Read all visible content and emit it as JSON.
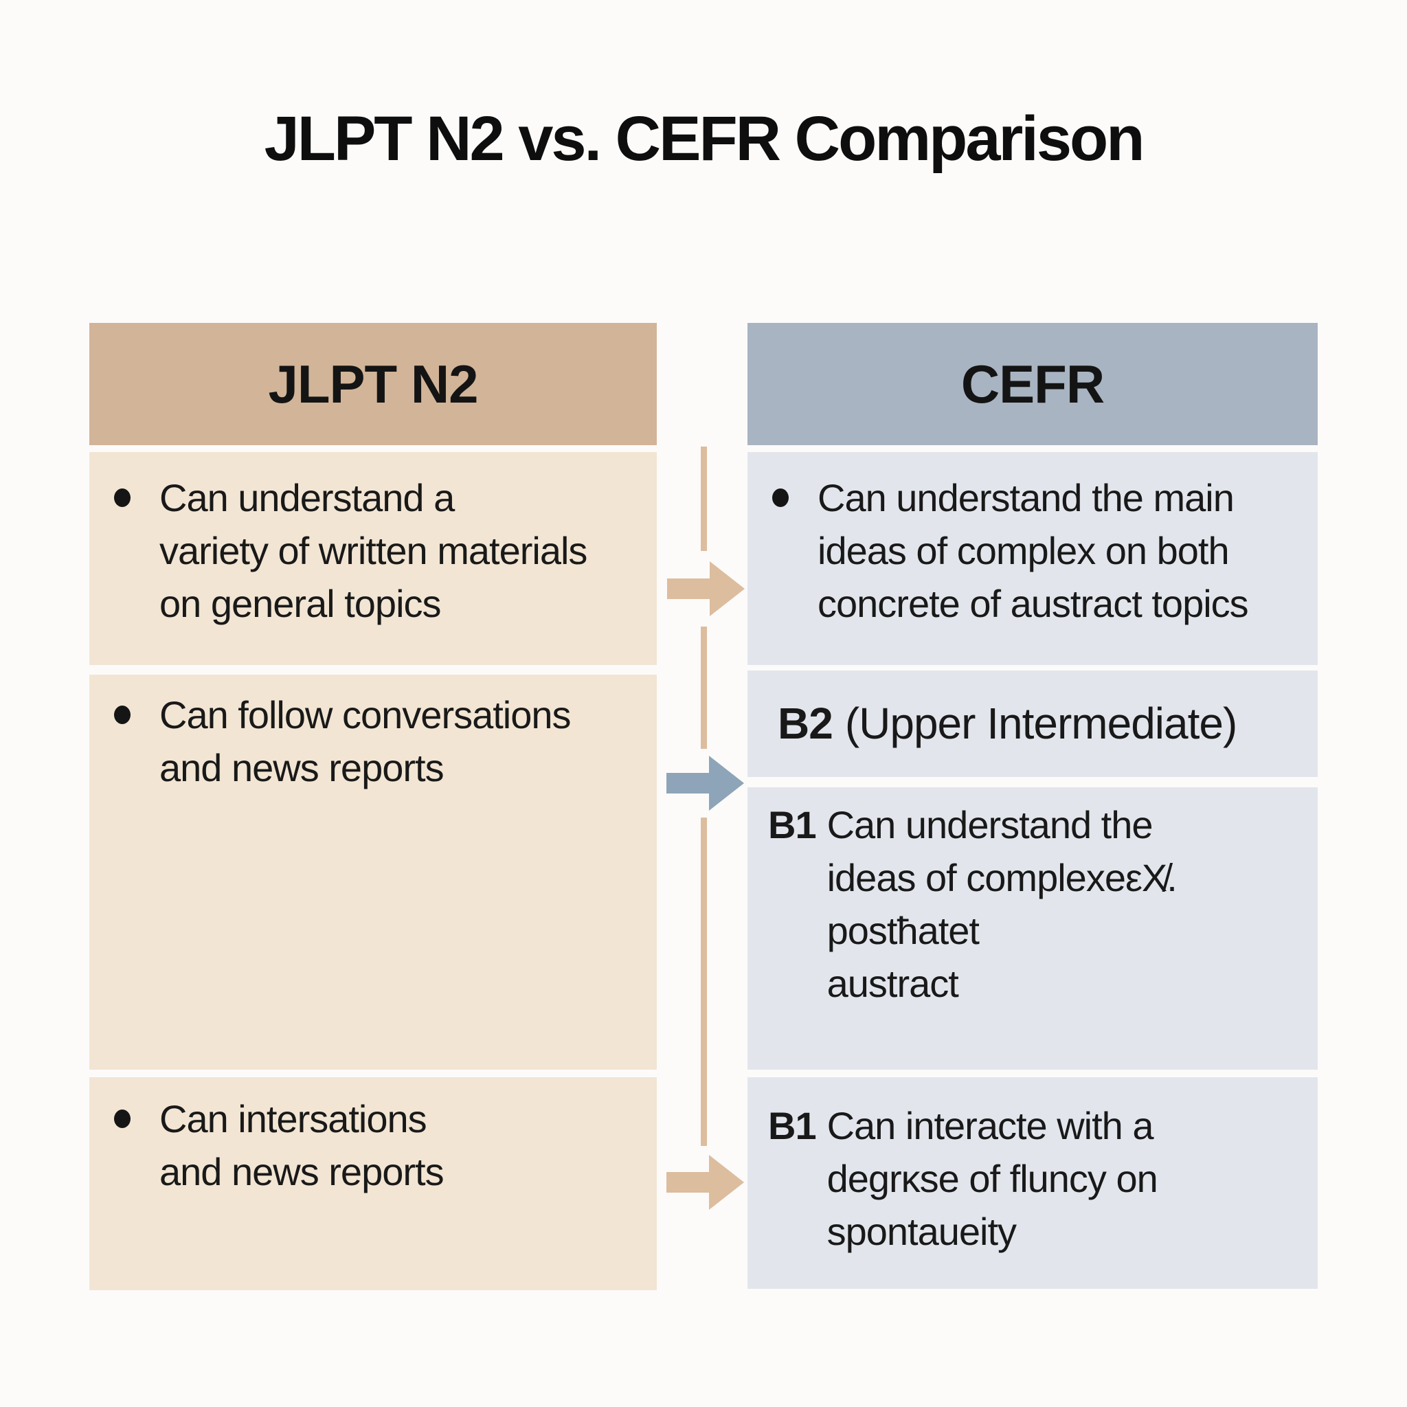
{
  "title": "JLPT N2 vs. CEFR Comparison",
  "left_column": {
    "header": "JLPT N2",
    "rows": [
      {
        "lines": "Can understand a\nvariety of written materials\non general topics"
      },
      {
        "lines": "Can follow conversations\nand news reports"
      },
      {
        "lines": "Can intersations\nand news reports"
      }
    ]
  },
  "right_column": {
    "header": "CEFR",
    "bullet_row": {
      "lines": "Can understand the main\nideas of complex on both\nconcrete of austract topics"
    },
    "level_rows": [
      {
        "level": "B2",
        "text": "(Upper Intermediate)"
      },
      {
        "level": "B1",
        "text": "Can understand the\nideas of complexeεX̸.\npostħatet\naustract"
      },
      {
        "level": "B1",
        "text": "Can interacte with a\ndegrĸse of fluncy on\nspontaueity"
      }
    ]
  },
  "icons": {
    "bullet": "filled-dot",
    "connector": "vertical-line",
    "arrow": "right-arrow"
  },
  "colors": {
    "page-bg": "#fcfbfa",
    "left-header-bg": "#d2b498",
    "left-row-bg": "#f2e5d3",
    "right-header-bg": "#a8b4c2",
    "right-row-bg": "#e2e6ec",
    "tan-accent": "#dcbd9e",
    "blue-accent": "#8ea4b8",
    "text": "#191919"
  }
}
